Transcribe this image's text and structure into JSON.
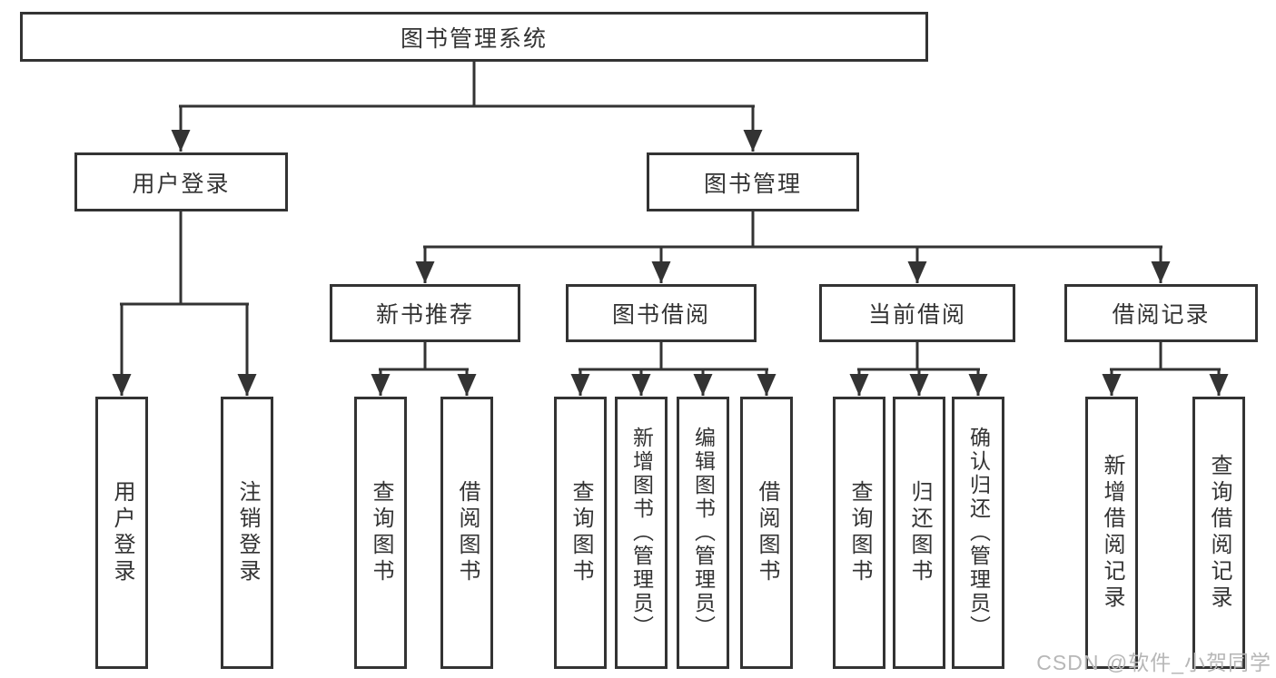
{
  "diagram_title": "图书管理系统",
  "nodes": {
    "user_login": "用户登录",
    "book_management": "图书管理",
    "new_book_recommend": "新书推荐",
    "book_borrowing": "图书借阅",
    "current_borrowing": "当前借阅",
    "borrowing_records": "借阅记录",
    "leaf_user_login": "用户登录",
    "leaf_logout_login": "注销登录",
    "leaf_query_books_recommend": "查询图书",
    "leaf_borrow_books_recommend": "借阅图书",
    "leaf_query_books_borrowing": "查询图书",
    "leaf_add_books_admin": "新增图书（管理员）",
    "leaf_edit_books_admin": "编辑图书（管理员）",
    "leaf_borrow_books_borrowing": "借阅图书",
    "leaf_query_books_current": "查询图书",
    "leaf_return_books": "归还图书",
    "leaf_confirm_return_admin": "确认归还（管理员）",
    "leaf_add_borrow_record": "新增借阅记录",
    "leaf_query_borrow_record": "查询借阅记录"
  },
  "watermark": "CSDN @软件_小贺同学",
  "colors": {
    "line": "#333333",
    "text": "#333333",
    "box_background": "#ffffff",
    "watermark": "#b7b7b7"
  }
}
